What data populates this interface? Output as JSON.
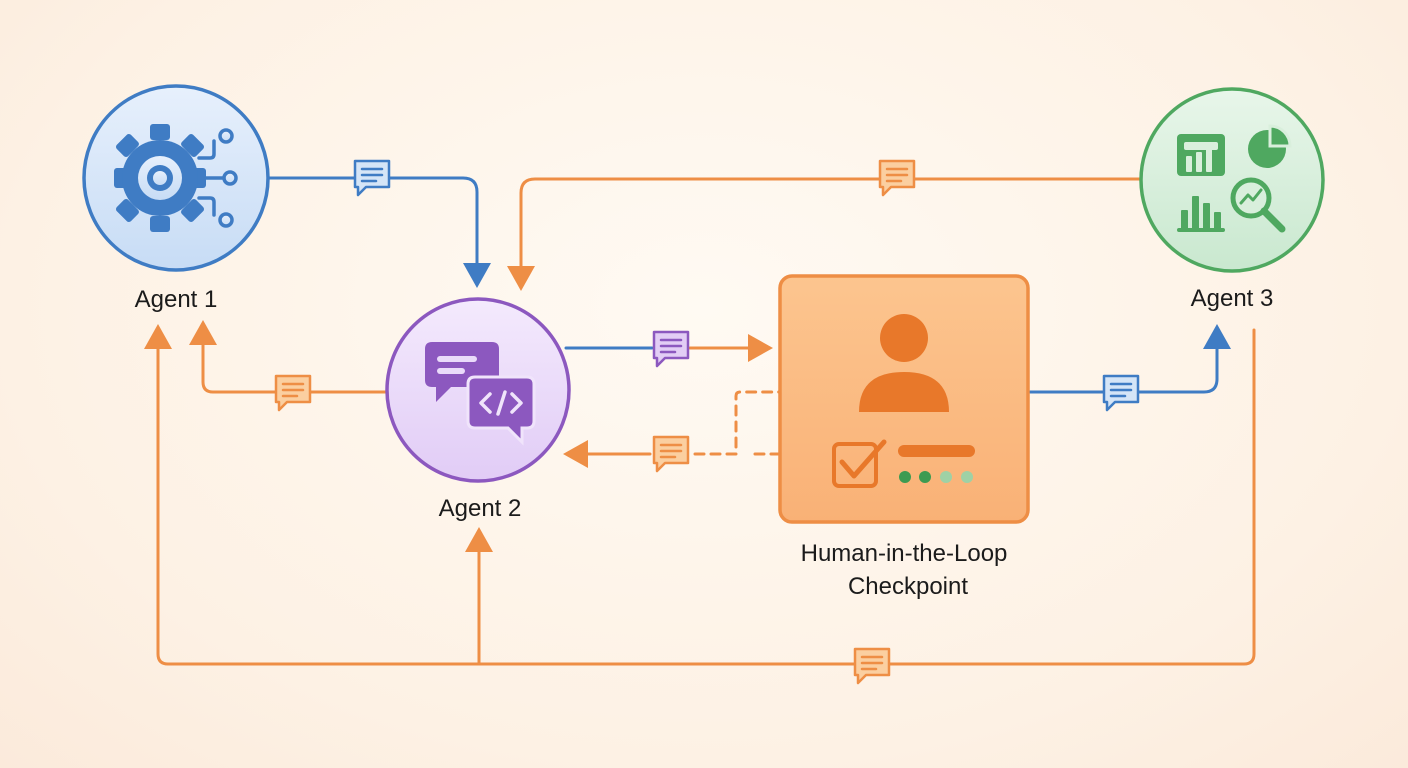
{
  "nodes": {
    "agent1": {
      "label": "Agent 1",
      "icon": "gear-network-icon",
      "color": "#3f7cc4"
    },
    "agent2": {
      "label": "Agent 2",
      "icon": "chat-code-icon",
      "color": "#8c58bf"
    },
    "agent3": {
      "label": "Agent 3",
      "icon": "analytics-icon",
      "color": "#4fa860"
    },
    "checkpoint": {
      "label_line1": "Human-in-the-Loop",
      "label_line2": "Checkpoint",
      "icon": "person-approval-icon",
      "color": "#f08a3a"
    }
  },
  "colors": {
    "blue": "#3f7cc4",
    "purple": "#8c58bf",
    "orange": "#ee8e45",
    "green": "#4fa860"
  },
  "message_icon": "message-icon"
}
